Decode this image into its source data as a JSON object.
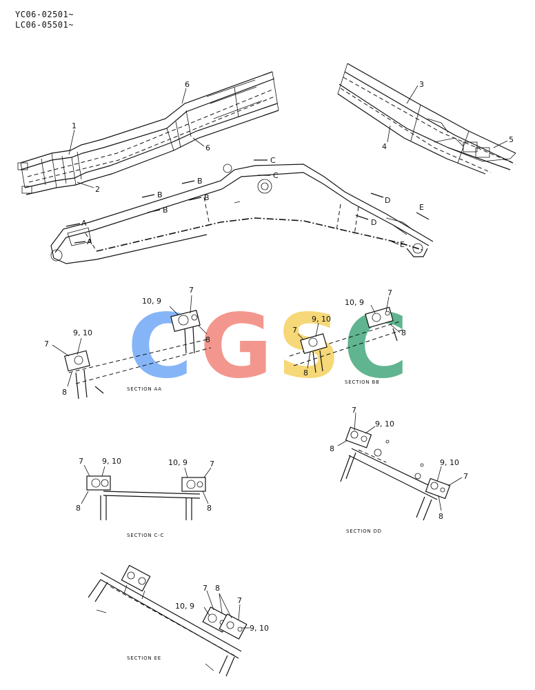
{
  "header": {
    "line1": "YC06-02501~",
    "line2": "LC06-05501~"
  },
  "watermark": {
    "letters": [
      "C",
      "G",
      "S",
      "C"
    ],
    "colors": [
      "#7aaef7",
      "#f28c82",
      "#f6d46a",
      "#4fae84"
    ]
  },
  "callouts": {
    "c1": "1",
    "c2": "2",
    "c3": "3",
    "c4": "4",
    "c5": "5",
    "c6a": "6",
    "c6b": "6",
    "a1": "A",
    "a2": "A",
    "b1": "B",
    "b2": "B",
    "b3": "B",
    "b4": "B",
    "cc1": "C",
    "cc2": "C",
    "d1": "D",
    "d2": "D",
    "e1": "E",
    "e2": "E",
    "aa_7l": "7",
    "aa_910l": "9, 10",
    "aa_8l": "8",
    "aa_109r": "10, 9",
    "aa_7r": "7",
    "aa_8r": "8",
    "bb_7l": "7",
    "bb_910": "9, 10",
    "bb_8l": "8",
    "bb_109": "10, 9",
    "bb_7r": "7",
    "bb_8r": "8",
    "cc_7l": "7",
    "cc_910": "9, 10",
    "cc_8l": "8",
    "cc_109": "10, 9",
    "cc_7r": "7",
    "cc_8r": "8",
    "dd_7t": "7",
    "dd_910t": "9, 10",
    "dd_8t": "8",
    "dd_910b": "9, 10",
    "dd_7b": "7",
    "dd_8b": "8",
    "ee_7a": "7",
    "ee_8": "8",
    "ee_7b": "7",
    "ee_109": "10, 9",
    "ee_910": "9, 10"
  },
  "sections": {
    "aa": "SECTION AA",
    "bb": "SECTION BB",
    "cc": "SECTION C-C",
    "dd": "SECTION DD",
    "ee": "SECTION EE"
  }
}
